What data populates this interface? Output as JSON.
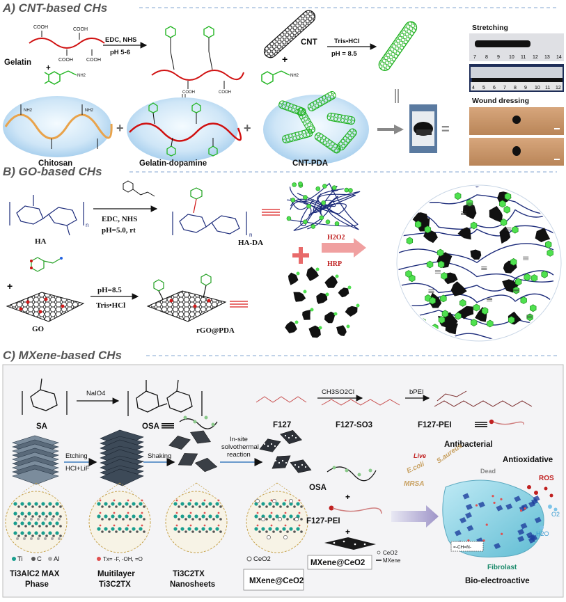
{
  "panelA": {
    "title": "A) CNT-based CHs",
    "gelatin": "Gelatin",
    "cooh": "COOH",
    "reagent1": "EDC, NHS",
    "cond1": "pH 5-6",
    "cnt": "CNT",
    "reagent2": "Tris•HCl",
    "cond2": "pH = 8.5",
    "chitosan": "Chitosan",
    "gelatin_dopamine": "Gelatin-dopamine",
    "cnt_pda": "CNT-PDA",
    "stretching": "Stretching",
    "wound": "Wound dressing",
    "nh2": "NH2",
    "ruler_top": [
      "7",
      "8",
      "9",
      "10",
      "11",
      "12",
      "13",
      "14"
    ],
    "ruler_bottom": [
      "4",
      "5",
      "6",
      "7",
      "8",
      "9",
      "10",
      "11",
      "12"
    ]
  },
  "panelB": {
    "title": "B) GO-based CHs",
    "reagent": "EDC, NHS",
    "cond": "pH=5.0,  rt",
    "ha": "HA",
    "hada": "HA-DA",
    "h2o2": "H2O2",
    "hrp": "HRP",
    "ph": "pH=8.5",
    "tris": "Tris•HCl",
    "go": "GO",
    "rgopda": "rGO@PDA",
    "n": "n"
  },
  "panelC": {
    "title": "C) MXene-based CHs",
    "naio4": "NaIO4",
    "sa": "SA",
    "osa": "OSA",
    "ch3so2cl": "CH3SO2Cl",
    "bpei": "bPEI",
    "f127": "F127",
    "f127so3": "F127-SO3",
    "f127pei": "F127-PEI",
    "etching": "Etching",
    "hcllif": "HCl+LiF",
    "shaking": "Shaking",
    "insitu": "In-site",
    "solvo": "solvothermal",
    "reaction": "reaction",
    "antibacterial": "Antibacterial",
    "live": "Live",
    "ecoli": "E.coli",
    "saureus": "S.aureus",
    "mrsa": "MRSA",
    "dead": "Dead",
    "antioxidative": "Antioxidative",
    "ros": "ROS",
    "o2": "O2",
    "h2o": "H2O",
    "osa2": "OSA",
    "f127pei2": "F127-PEI",
    "mxeneceo2": "MXene@CeO2",
    "ceo2": "CeO2",
    "mxene": "MXene",
    "imine": "=-CH=N-",
    "fibrolast": "Fibrolast",
    "bioelectro": "Bio-electroactive",
    "legend_ti": "Ti",
    "legend_c": "C",
    "legend_al": "Al",
    "tx": "Tx= -F, -OH, =O",
    "ceo2_legend": "CeO2",
    "max1": "Ti3AlC2 MAX",
    "max2": "Phase",
    "ml1": "Muitilayer",
    "ml2": "Ti3C2TX",
    "ns1": "Ti3C2TX",
    "ns2": "Nanosheets",
    "mx": "MXene@CeO2"
  }
}
